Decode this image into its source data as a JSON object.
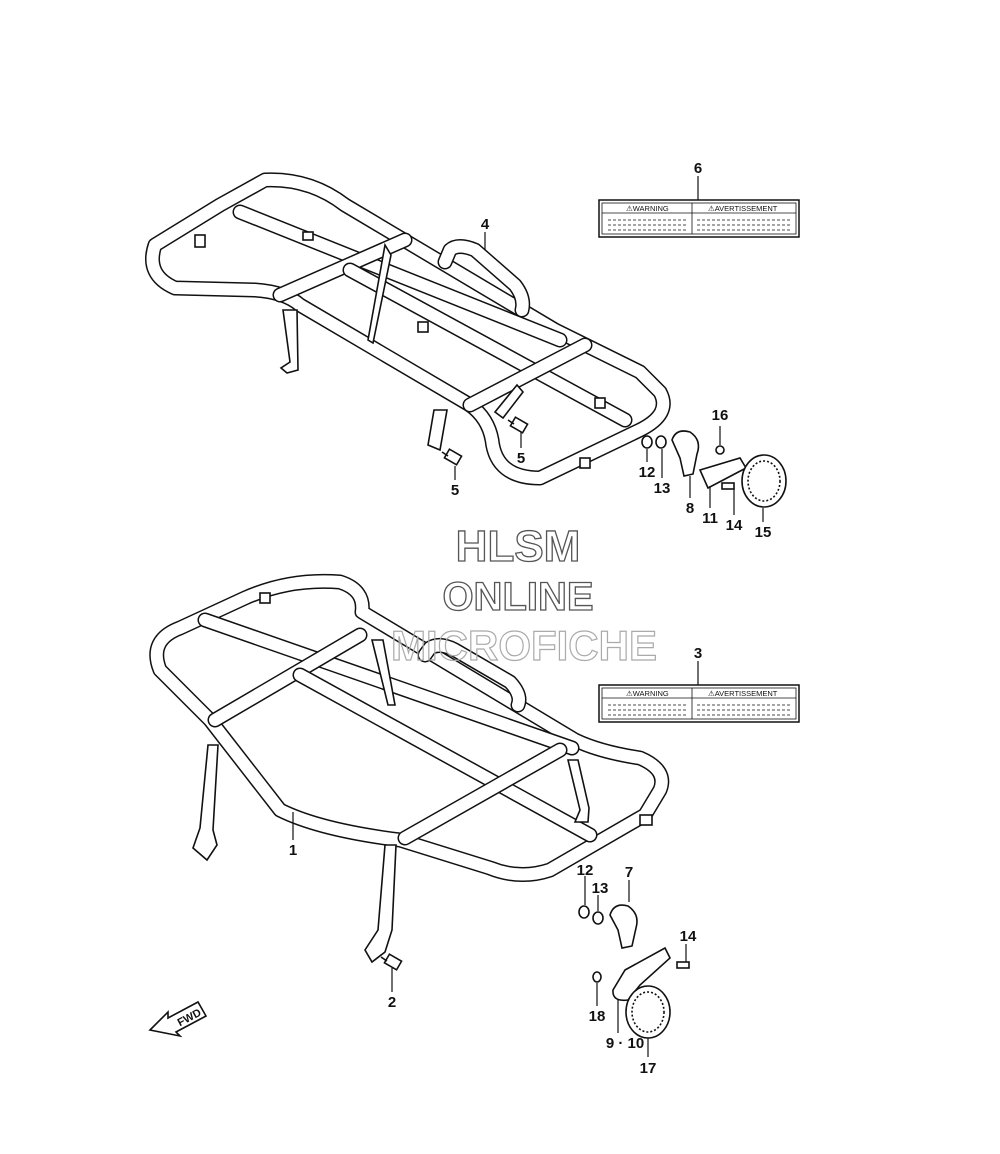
{
  "callouts": [
    {
      "id": "c1",
      "text": "1"
    },
    {
      "id": "c2",
      "text": "2"
    },
    {
      "id": "c3",
      "text": "3"
    },
    {
      "id": "c4",
      "text": "4"
    },
    {
      "id": "c5a",
      "text": "5"
    },
    {
      "id": "c5b",
      "text": "5"
    },
    {
      "id": "c6",
      "text": "6"
    },
    {
      "id": "c7",
      "text": "7"
    },
    {
      "id": "c8",
      "text": "8"
    },
    {
      "id": "c9_10",
      "text": "9 · 10"
    },
    {
      "id": "c11",
      "text": "11"
    },
    {
      "id": "c12a",
      "text": "12"
    },
    {
      "id": "c12b",
      "text": "12"
    },
    {
      "id": "c13a",
      "text": "13"
    },
    {
      "id": "c13b",
      "text": "13"
    },
    {
      "id": "c14a",
      "text": "14"
    },
    {
      "id": "c14b",
      "text": "14"
    },
    {
      "id": "c15",
      "text": "15"
    },
    {
      "id": "c16",
      "text": "16"
    },
    {
      "id": "c17",
      "text": "17"
    },
    {
      "id": "c18",
      "text": "18"
    }
  ],
  "labels": {
    "warning": "⚠WARNING",
    "avertissement": "⚠AVERTISSEMENT"
  },
  "watermark": {
    "line1": "HLSM",
    "line2": "ONLINE",
    "line3": "MICROFICHE"
  },
  "fwd_arrow": "FWD"
}
